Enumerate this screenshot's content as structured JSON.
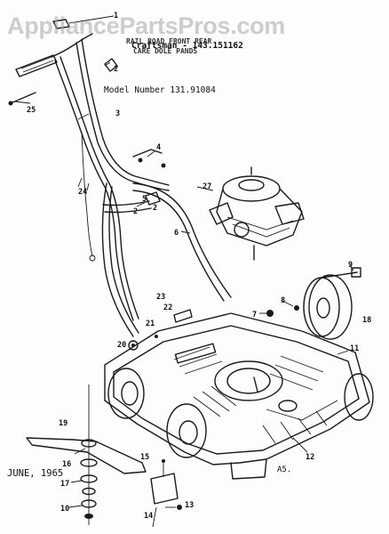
{
  "watermark": "AppliancePartsPros.com",
  "header": {
    "line1": "RAIL ROAD FRONT REAR",
    "line2": "CARE DOLE PANDS",
    "craftsman": "Craftsman - 143.151162",
    "model": "Model Number 131.91084"
  },
  "footer": {
    "date": "JUNE, 1965",
    "sheet": "A5."
  },
  "part_numbers": {
    "p1": "1",
    "p2a": "2",
    "p2b": "2",
    "p2c": "2",
    "p3": "3",
    "p4": "4",
    "p5": "5",
    "p6": "6",
    "p7": "7",
    "p8": "8",
    "p9": "9",
    "p10": "10",
    "p11": "11",
    "p12": "12",
    "p13": "13",
    "p14": "14",
    "p15": "15",
    "p16": "16",
    "p17": "17",
    "p18": "18",
    "p19": "19",
    "p20": "20",
    "p21": "21",
    "p22": "22",
    "p23": "23",
    "p24": "24",
    "p25": "25",
    "p27": "27"
  },
  "colors": {
    "ink": "#1a1a1a",
    "paper": "#fdfdfb",
    "watermark": "#a5a5a5"
  }
}
